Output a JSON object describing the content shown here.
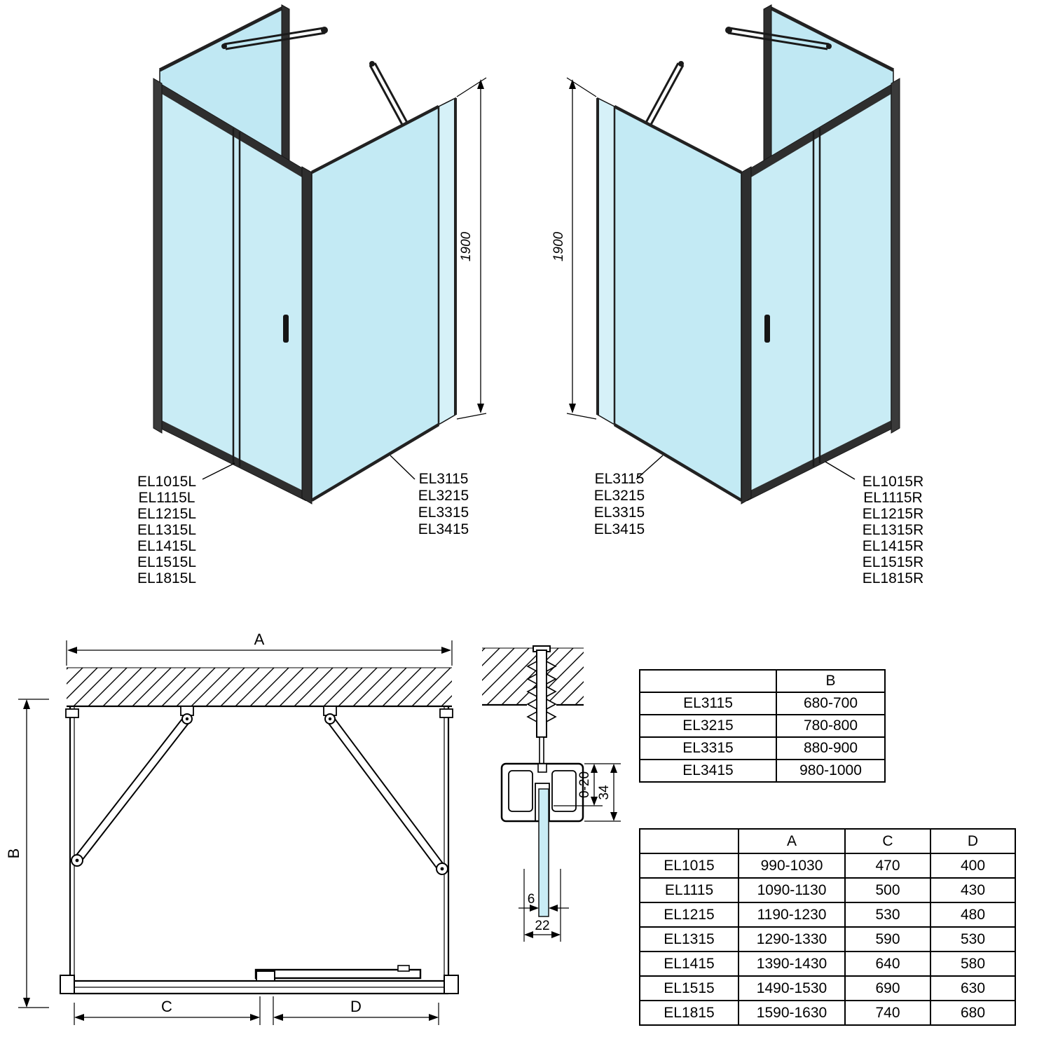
{
  "figures": {
    "left": {
      "door_labels": [
        "EL1015L",
        "EL1115L",
        "EL1215L",
        "EL1315L",
        "EL1415L",
        "EL1515L",
        "EL1815L"
      ],
      "side_labels": [
        "EL3115",
        "EL3215",
        "EL3315",
        "EL3415"
      ],
      "height_dim": "1900"
    },
    "right": {
      "door_labels": [
        "EL1015R",
        "EL1115R",
        "EL1215R",
        "EL1315R",
        "EL1415R",
        "EL1515R",
        "EL1815R"
      ],
      "side_labels": [
        "EL3115",
        "EL3215",
        "EL3315",
        "EL3415"
      ],
      "height_dim": "1900"
    }
  },
  "plan": {
    "dim_a": "A",
    "dim_b": "B",
    "dim_c": "C",
    "dim_d": "D"
  },
  "detail": {
    "dim_adjust": "0-20",
    "dim_profile_height": "34",
    "dim_glass_thickness": "6",
    "dim_profile_width": "22"
  },
  "tables": {
    "b_table": {
      "col_header": "B",
      "rows": [
        {
          "code": "EL3115",
          "b": "680-700"
        },
        {
          "code": "EL3215",
          "b": "780-800"
        },
        {
          "code": "EL3315",
          "b": "880-900"
        },
        {
          "code": "EL3415",
          "b": "980-1000"
        }
      ]
    },
    "acd_table": {
      "col_headers": [
        "A",
        "C",
        "D"
      ],
      "rows": [
        {
          "code": "EL1015",
          "a": "990-1030",
          "c": "470",
          "d": "400"
        },
        {
          "code": "EL1115",
          "a": "1090-1130",
          "c": "500",
          "d": "430"
        },
        {
          "code": "EL1215",
          "a": "1190-1230",
          "c": "530",
          "d": "480"
        },
        {
          "code": "EL1315",
          "a": "1290-1330",
          "c": "590",
          "d": "530"
        },
        {
          "code": "EL1415",
          "a": "1390-1430",
          "c": "640",
          "d": "580"
        },
        {
          "code": "EL1515",
          "a": "1490-1530",
          "c": "690",
          "d": "630"
        },
        {
          "code": "EL1815",
          "a": "1590-1630",
          "c": "740",
          "d": "680"
        }
      ]
    }
  },
  "colors": {
    "glass": "#c9ecf5",
    "frame": "#2e2e2e",
    "line": "#000000"
  }
}
